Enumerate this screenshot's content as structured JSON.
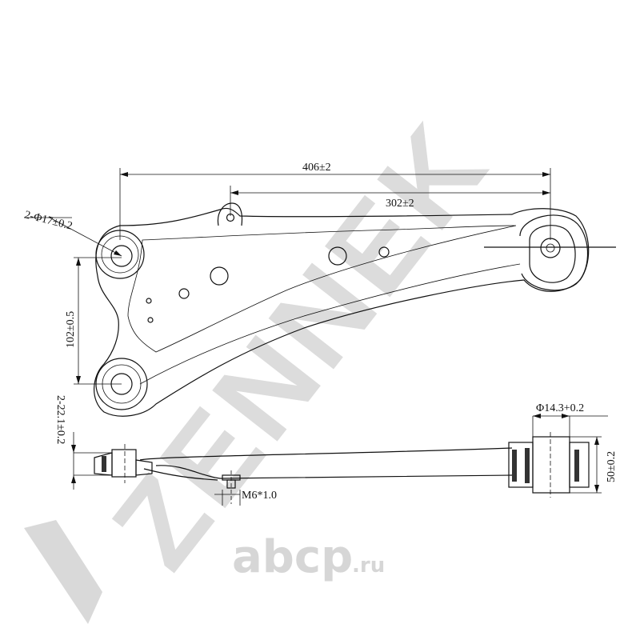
{
  "watermark": {
    "brand": "ZENNEK",
    "site": "abcp",
    "site_suffix": ".ru"
  },
  "dimensions": {
    "overall_length": "406±2",
    "hole_spacing": "302±2",
    "bushing_hole": "2-Φ17±0.2",
    "vertical_spacing": "102±0.5",
    "bushing_width": "2-22.1±0.2",
    "bolt": "M6*1.0",
    "rear_bushing_hole": "Φ14.3+0.2",
    "rear_bushing_width": "50±0.2"
  }
}
